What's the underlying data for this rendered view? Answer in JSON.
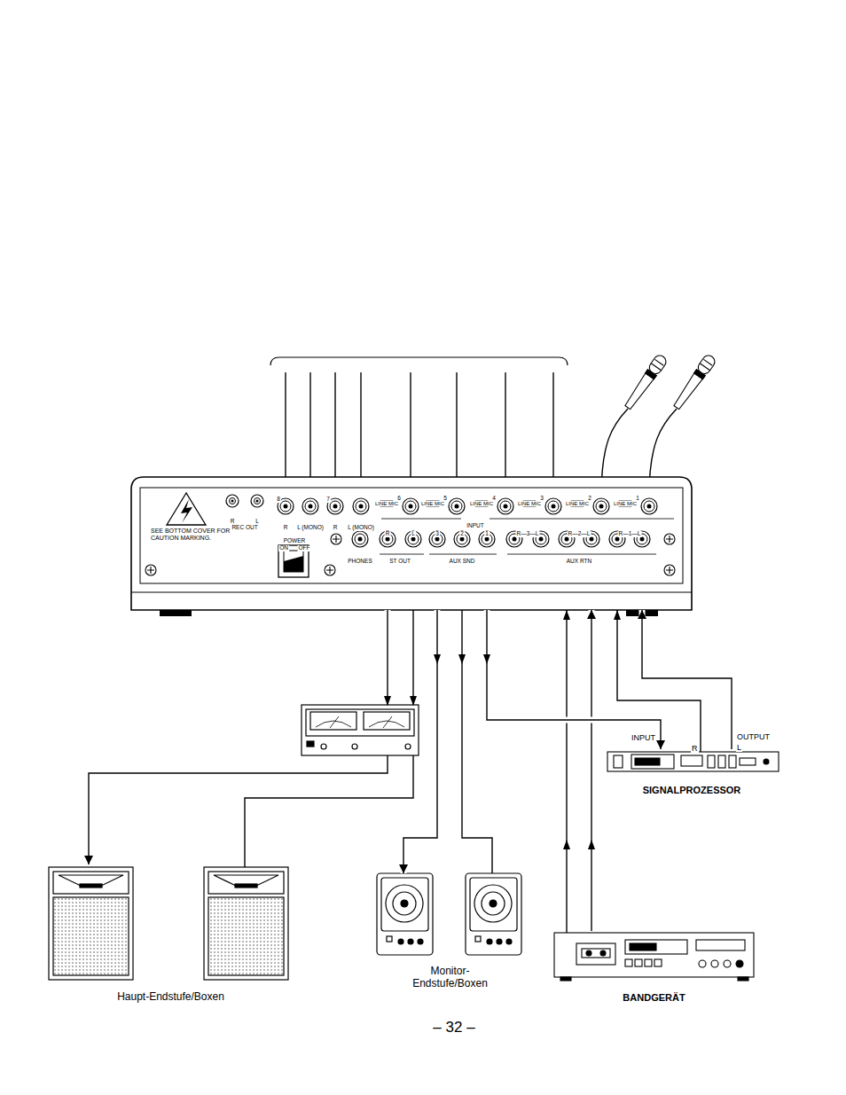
{
  "diagram": {
    "nodes": [
      {
        "text": [
          "SEE BOTTOM COVER FOR CAUTION MARKING."
        ]
      },
      {
        "text": [
          "Haupt-Endstufe/Boxen"
        ]
      },
      {
        "text": [
          "Monitor- Endstufe/Boxen"
        ]
      },
      {
        "text": [
          "SIGNALPROZESSOR"
        ]
      },
      {
        "text": [
          "BANDGERÄT"
        ]
      }
    ],
    "edges": [
      {
        "from": 0,
        "to": 1,
        "arrow": "to"
      },
      {
        "from": 0,
        "to": 2,
        "arrow": "to"
      },
      {
        "from": 0,
        "to": 3,
        "arrow": "to"
      },
      {
        "from": 3,
        "to": 0,
        "arrow": "to"
      },
      {
        "from": 4,
        "to": 0,
        "arrow": "to"
      }
    ],
    "labels": [
      "R",
      "L",
      "REC OUT",
      "8",
      "R",
      "L (MONO)",
      "7",
      "R",
      "L (MONO)",
      "6",
      "LINE MIC",
      "5",
      "LINE MIC",
      "4",
      "LINE MIC",
      "3",
      "LINE MIC",
      "2",
      "LINE MIC",
      "1",
      "LINE MIC",
      "INPUT",
      "POWER",
      "ON",
      "OFF",
      "R",
      "L",
      "3",
      "2",
      "1",
      "R—3—L",
      "R—2—L",
      "R—1—L",
      "PHONES",
      "ST OUT",
      "AUX SND",
      "AUX RTN",
      "INPUT",
      "R",
      "OUTPUT",
      "L",
      "– 32 –"
    ]
  }
}
